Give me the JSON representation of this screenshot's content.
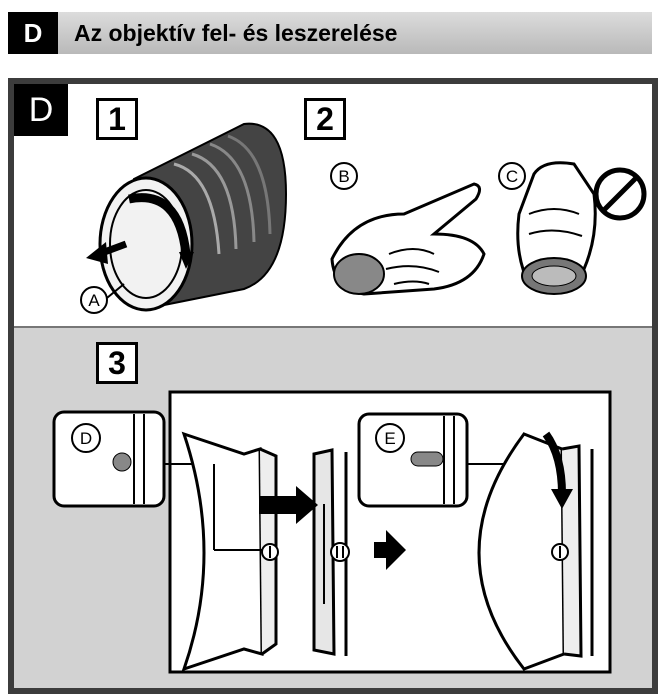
{
  "header": {
    "badge": "D",
    "title": "Az objektív fel- és leszerelése"
  },
  "figure": {
    "badge": "D",
    "steps": [
      "1",
      "2",
      "3"
    ],
    "callouts": [
      "A",
      "B",
      "C",
      "D",
      "E"
    ]
  },
  "colors": {
    "header_gradient_top": "#dcdcdc",
    "header_gradient_bottom": "#b9b9b9",
    "panel_gray": "#d2d2d2",
    "frame": "#3c3c3c",
    "black": "#000000"
  },
  "icons": [
    "arrow-right-icon",
    "no-entry-icon",
    "rotate-arrow-icon",
    "index-mark-icon"
  ]
}
